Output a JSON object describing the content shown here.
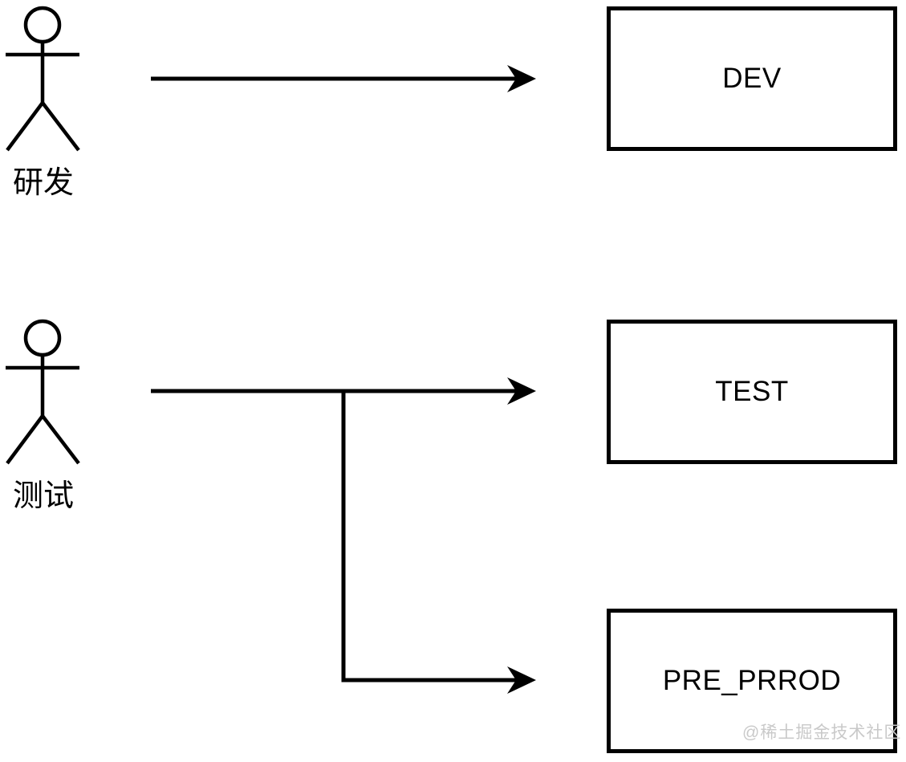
{
  "diagram": {
    "actors": [
      {
        "label": "研发"
      },
      {
        "label": "测试"
      }
    ],
    "nodes": [
      {
        "label": "DEV"
      },
      {
        "label": "TEST"
      },
      {
        "label": "PRE_PRROD"
      }
    ],
    "edges": [
      {
        "from": "研发",
        "to": "DEV"
      },
      {
        "from": "测试",
        "to": "TEST"
      },
      {
        "from": "测试",
        "to": "PRE_PRROD"
      }
    ],
    "watermark": "@稀土掘金技术社区",
    "colors": {
      "stroke": "#000000",
      "background": "#ffffff",
      "watermark": "#c9c9c9"
    }
  }
}
